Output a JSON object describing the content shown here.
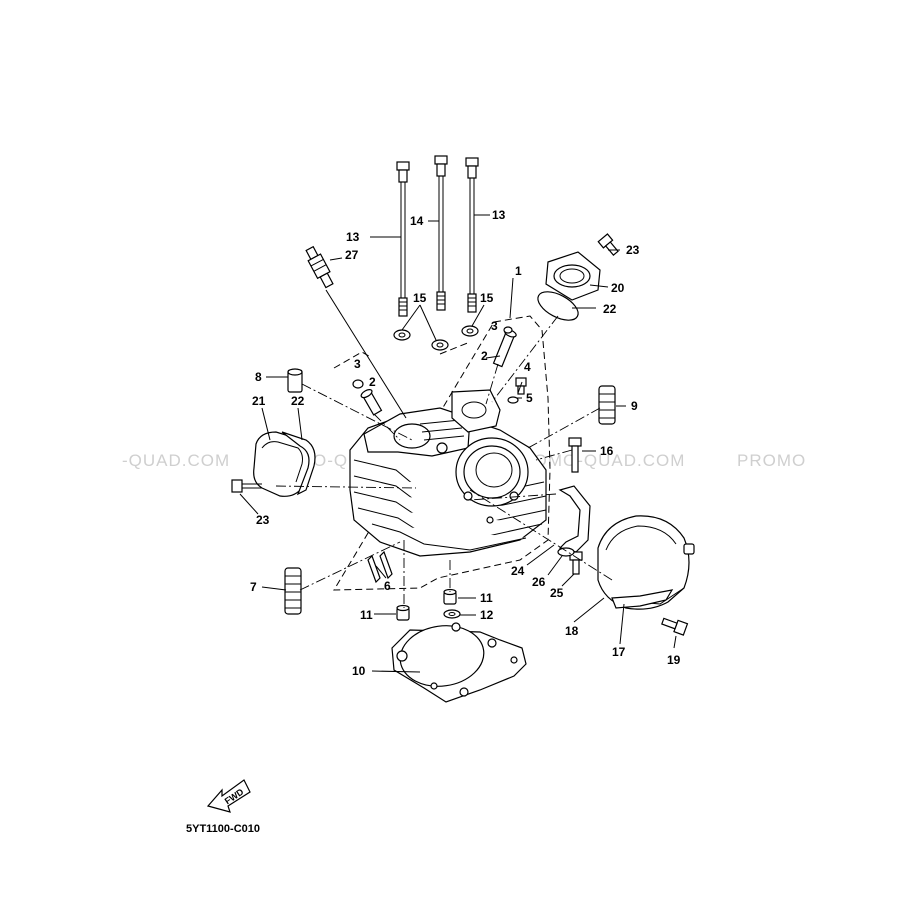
{
  "watermark": {
    "segments": [
      "-QUAD.COM",
      "PROMO-QUAD.COM",
      "PROMO-QUAD.COM",
      "PROMO"
    ]
  },
  "ref_code": "5YT1100-C010",
  "fwd_label": "FWD",
  "callouts": [
    {
      "id": "c13a",
      "label": "13"
    },
    {
      "id": "c14",
      "label": "14"
    },
    {
      "id": "c13b",
      "label": "13"
    },
    {
      "id": "c27",
      "label": "27"
    },
    {
      "id": "c15a",
      "label": "15"
    },
    {
      "id": "c15b",
      "label": "15"
    },
    {
      "id": "c1",
      "label": "1"
    },
    {
      "id": "c3a",
      "label": "3"
    },
    {
      "id": "c2a",
      "label": "2"
    },
    {
      "id": "c23a",
      "label": "23"
    },
    {
      "id": "c20",
      "label": "20"
    },
    {
      "id": "c22a",
      "label": "22"
    },
    {
      "id": "c3b",
      "label": "3"
    },
    {
      "id": "c2b",
      "label": "2"
    },
    {
      "id": "c4",
      "label": "4"
    },
    {
      "id": "c5",
      "label": "5"
    },
    {
      "id": "c8",
      "label": "8"
    },
    {
      "id": "c9",
      "label": "9"
    },
    {
      "id": "c21",
      "label": "21"
    },
    {
      "id": "c22b",
      "label": "22"
    },
    {
      "id": "c16",
      "label": "16"
    },
    {
      "id": "c23b",
      "label": "23"
    },
    {
      "id": "c24",
      "label": "24"
    },
    {
      "id": "c26",
      "label": "26"
    },
    {
      "id": "c25",
      "label": "25"
    },
    {
      "id": "c7",
      "label": "7"
    },
    {
      "id": "c6",
      "label": "6"
    },
    {
      "id": "c11a",
      "label": "11"
    },
    {
      "id": "c11b",
      "label": "11"
    },
    {
      "id": "c12",
      "label": "12"
    },
    {
      "id": "c18",
      "label": "18"
    },
    {
      "id": "c17",
      "label": "17"
    },
    {
      "id": "c19",
      "label": "19"
    },
    {
      "id": "c10",
      "label": "10"
    }
  ]
}
